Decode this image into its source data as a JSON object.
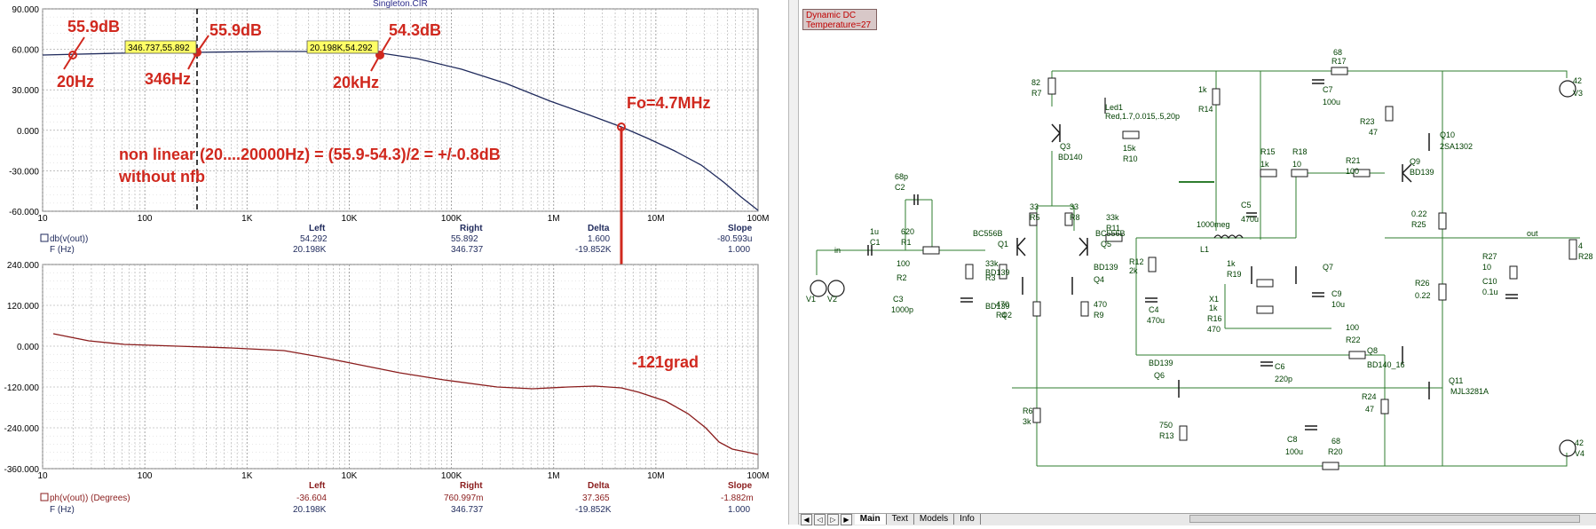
{
  "window_title": "Singleton.CIR",
  "top_plot": {
    "y_ticks": [
      "90.000",
      "60.000",
      "30.000",
      "0.000",
      "-30.000",
      "-60.000"
    ],
    "x_ticks": [
      "10",
      "100",
      "1K",
      "10K",
      "100K",
      "1M",
      "10M",
      "100M"
    ],
    "cursor_boxes": [
      "346.737,55.892",
      "20.198K,54.292"
    ],
    "annotations": [
      "55.9dB",
      "20Hz",
      "55.9dB",
      "346Hz",
      "54.3dB",
      "20kHz",
      "Fo=4.7MHz"
    ],
    "note_line1": "non linear (20....20000Hz) = (55.9-54.3)/2 = +/-0.8dB",
    "note_line2": "without  nfb",
    "readout": {
      "headers": [
        "Left",
        "Right",
        "Delta",
        "Slope"
      ],
      "row1_label": "db(v(out))",
      "row1": [
        "54.292",
        "55.892",
        "1.600",
        "-80.593u"
      ],
      "row2_label": "F (Hz)",
      "row2": [
        "20.198K",
        "346.737",
        "-19.852K",
        "1.000"
      ]
    }
  },
  "bottom_plot": {
    "y_ticks": [
      "240.000",
      "120.000",
      "0.000",
      "-120.000",
      "-240.000",
      "-360.000"
    ],
    "x_ticks": [
      "10",
      "100",
      "1K",
      "10K",
      "100K",
      "1M",
      "10M",
      "100M"
    ],
    "annotation": "-121grad",
    "readout": {
      "headers": [
        "Left",
        "Right",
        "Delta",
        "Slope"
      ],
      "row1_label": "ph(v(out)) (Degrees)",
      "row1": [
        "-36.604",
        "760.997m",
        "37.365",
        "-1.882m"
      ],
      "row2_label": "F (Hz)",
      "row2": [
        "20.198K",
        "346.737",
        "-19.852K",
        "1.000"
      ]
    }
  },
  "schematic": {
    "status_line1": "Dynamic DC",
    "status_line2": "Temperature=27",
    "labels": [
      {
        "t": "68"
      },
      {
        "t": "R17"
      },
      {
        "t": "42"
      },
      {
        "t": "V3"
      },
      {
        "t": "82"
      },
      {
        "t": "R7"
      },
      {
        "t": "Led1"
      },
      {
        "t": "Red,1.7,0.015,.5,20p"
      },
      {
        "t": "1k"
      },
      {
        "t": "R14"
      },
      {
        "t": "C7"
      },
      {
        "t": "100u"
      },
      {
        "t": "R23"
      },
      {
        "t": "47"
      },
      {
        "t": "Q10"
      },
      {
        "t": "2SA1302"
      },
      {
        "t": "Q3"
      },
      {
        "t": "BD140"
      },
      {
        "t": "15k"
      },
      {
        "t": "R10"
      },
      {
        "t": "R15"
      },
      {
        "t": "1k"
      },
      {
        "t": "R18"
      },
      {
        "t": "10"
      },
      {
        "t": "R21"
      },
      {
        "t": "100"
      },
      {
        "t": "Q9"
      },
      {
        "t": "BD139"
      },
      {
        "t": "68p"
      },
      {
        "t": "C2"
      },
      {
        "t": "C5"
      },
      {
        "t": "470u"
      },
      {
        "t": "33"
      },
      {
        "t": "R5"
      },
      {
        "t": "33"
      },
      {
        "t": "R8"
      },
      {
        "t": "33k"
      },
      {
        "t": "R11"
      },
      {
        "t": "1000meg"
      },
      {
        "t": "L1"
      },
      {
        "t": "0.22"
      },
      {
        "t": "R25"
      },
      {
        "t": "out"
      },
      {
        "t": "1u"
      },
      {
        "t": "C1"
      },
      {
        "t": "620"
      },
      {
        "t": "R1"
      },
      {
        "t": "BC556B"
      },
      {
        "t": "Q1"
      },
      {
        "t": "BC556B"
      },
      {
        "t": "Q5"
      },
      {
        "t": "BD139"
      },
      {
        "t": "4"
      },
      {
        "t": "R28"
      },
      {
        "t": "in"
      },
      {
        "t": "100"
      },
      {
        "t": "R2"
      },
      {
        "t": "33k"
      },
      {
        "t": "R3"
      },
      {
        "t": "R12"
      },
      {
        "t": "2k"
      },
      {
        "t": "1k"
      },
      {
        "t": "R19"
      },
      {
        "t": "Q7"
      },
      {
        "t": "R27"
      },
      {
        "t": "10"
      },
      {
        "t": "C10"
      },
      {
        "t": "0.1u"
      },
      {
        "t": "BD139"
      },
      {
        "t": "Q2"
      },
      {
        "t": "BD139"
      },
      {
        "t": "Q4"
      },
      {
        "t": "C9"
      },
      {
        "t": "10u"
      },
      {
        "t": "R26"
      },
      {
        "t": "0.22"
      },
      {
        "t": "V1"
      },
      {
        "t": "V2"
      },
      {
        "t": "C3"
      },
      {
        "t": "1000p"
      },
      {
        "t": "C4"
      },
      {
        "t": "470u"
      },
      {
        "t": "X1"
      },
      {
        "t": "1k"
      },
      {
        "t": "R16"
      },
      {
        "t": "470"
      },
      {
        "t": "470"
      },
      {
        "t": "R4"
      },
      {
        "t": "470"
      },
      {
        "t": "R9"
      },
      {
        "t": "100"
      },
      {
        "t": "R22"
      },
      {
        "t": "Q8"
      },
      {
        "t": "BD140_16"
      },
      {
        "t": "BD139"
      },
      {
        "t": "Q6"
      },
      {
        "t": "C6"
      },
      {
        "t": "220p"
      },
      {
        "t": "Q11"
      },
      {
        "t": "MJL3281A"
      },
      {
        "t": "R6"
      },
      {
        "t": "3k"
      },
      {
        "t": "R24"
      },
      {
        "t": "47"
      },
      {
        "t": "750"
      },
      {
        "t": "R13"
      },
      {
        "t": "C8"
      },
      {
        "t": "100u"
      },
      {
        "t": "68"
      },
      {
        "t": "R20"
      },
      {
        "t": "42"
      },
      {
        "t": "V4"
      }
    ]
  },
  "tabs": [
    "Main",
    "Text",
    "Models",
    "Info"
  ],
  "colors": {
    "grid": "#9a9a9a",
    "magnitude_curve": "#1f2a5c",
    "phase_curve": "#8a1c1c",
    "annotation_red": "#d0281e",
    "cursor_box_bg": "#ffff66",
    "schematic_wire": "#2f7d2f",
    "component_text": "#004000"
  }
}
